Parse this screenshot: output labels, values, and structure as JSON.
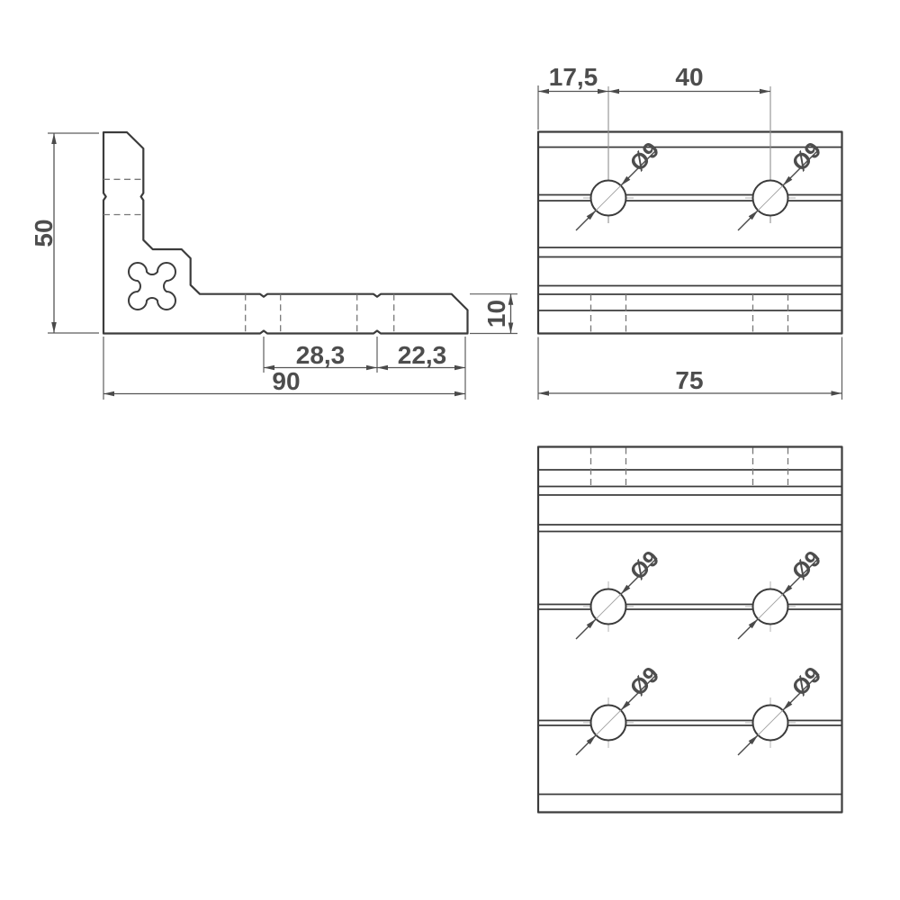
{
  "drawing": {
    "kind": "technical-drawing-corner-bracket-3-views",
    "line_color": "#3c3c3c",
    "dim_text_color": "#4d4d4d",
    "background": "#ffffff",
    "side": {
      "height": "50",
      "length": "90",
      "thickness": "10",
      "slot_pitch": "28,3",
      "slot_to_end": "22,3"
    },
    "top": {
      "edge_offset": "17,5",
      "hole_pitch": "40",
      "width": "75",
      "holes": [
        "Ø9",
        "Ø9"
      ]
    },
    "bottom": {
      "holes": [
        "Ø9",
        "Ø9",
        "Ø9",
        "Ø9"
      ]
    }
  }
}
